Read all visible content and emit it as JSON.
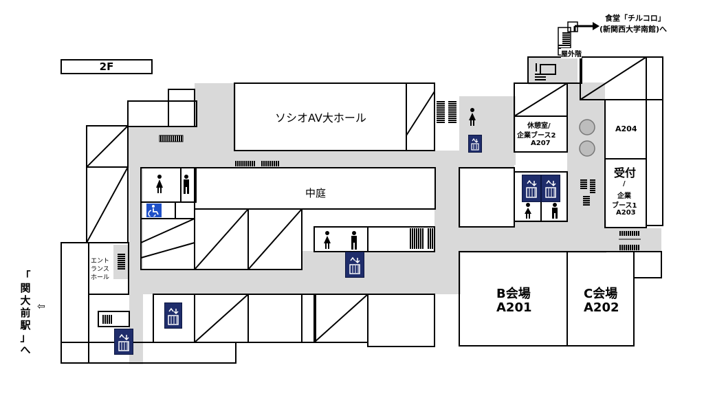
{
  "floor": "2F",
  "halls": {
    "socio": "ソシオAV大ホール",
    "courtyard": "中庭",
    "b_name": "B会場",
    "b_code": "A201",
    "c_name": "C会場",
    "c_code": "A202"
  },
  "rooms": {
    "a204": "A204",
    "rest_l1": "休憩室/",
    "rest_l2": "企業ブース2",
    "rest_l3": "A207",
    "reception": "受付",
    "slash": "/",
    "booth1_l1": "企業",
    "booth1_l2": "ブース1",
    "booth1_l3": "A203",
    "ent_l1": "エント",
    "ent_l2": "ランス",
    "ent_l3": "ホール"
  },
  "directions": {
    "cafeteria_l1": "食堂「チルコロ」",
    "cafeteria_l2": "(新関西大学南館)へ",
    "outdoor_stairs": "屋外階",
    "station_chars": [
      "「",
      "関",
      "大",
      "前",
      "駅",
      "」",
      "へ"
    ],
    "station_arrow": "⇦"
  },
  "icons": {
    "elevator": "elevator-icon",
    "restroom_women": "restroom-women-icon",
    "restroom_men": "restroom-men-icon",
    "accessible": "accessible-icon",
    "stairs": "stairs-icon"
  },
  "colors": {
    "corridor": "#d9d9d9",
    "elevator": "#1f2d6b",
    "accessible": "#1e50c8"
  }
}
